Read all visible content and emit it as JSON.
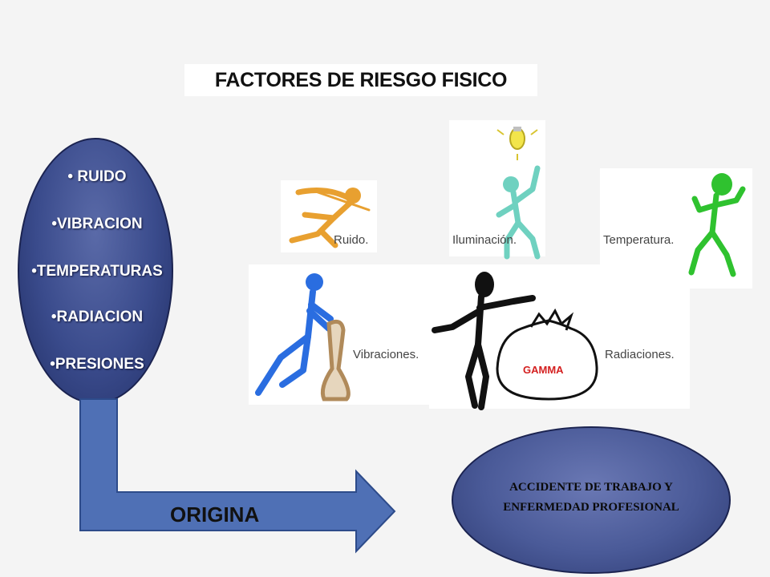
{
  "title": "FACTORES DE RIESGO FISICO",
  "factors": [
    "• RUIDO",
    "•VIBRACION",
    "•TEMPERATURAS",
    "•RADIACION",
    "•PRESIONES"
  ],
  "arrow_label": "ORIGINA",
  "result": "ACCIDENTE DE TRABAJO Y\nENFERMEDAD  PROFESIONAL",
  "illustrations": {
    "ruido": "Ruido.",
    "iluminacion": "Iluminación.",
    "temperatura": "Temperatura.",
    "vibraciones": "Vibraciones.",
    "radiaciones": "Radiaciones.",
    "gamma": "GAMMA"
  },
  "colors": {
    "ellipse_fill": "#3a4b8c",
    "arrow_fill": "#4f70b5",
    "ruido_figure": "#e8a030",
    "iluminacion_figure": "#6fd1c0",
    "temperatura_figure": "#2fc22f",
    "vibraciones_figure": "#2a6de0",
    "radiaciones_figure": "#111111",
    "gamma_text": "#d42020"
  }
}
